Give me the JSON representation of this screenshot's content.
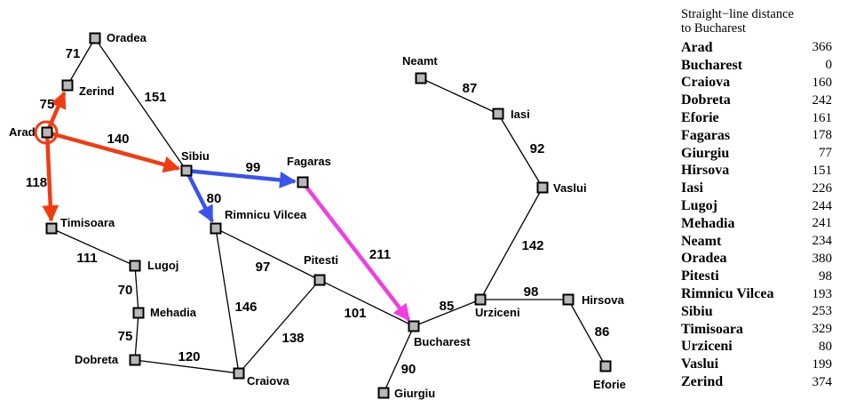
{
  "cities": [
    {
      "name": "Oradea"
    },
    {
      "name": "Zerind"
    },
    {
      "name": "Arad"
    },
    {
      "name": "Timisoara"
    },
    {
      "name": "Lugoj"
    },
    {
      "name": "Mehadia"
    },
    {
      "name": "Dobreta"
    },
    {
      "name": "Craiova"
    },
    {
      "name": "Rimnicu Vilcea"
    },
    {
      "name": "Sibiu"
    },
    {
      "name": "Fagaras"
    },
    {
      "name": "Pitesti"
    },
    {
      "name": "Bucharest"
    },
    {
      "name": "Giurgiu"
    },
    {
      "name": "Urziceni"
    },
    {
      "name": "Hirsova"
    },
    {
      "name": "Eforie"
    },
    {
      "name": "Vaslui"
    },
    {
      "name": "Iasi"
    },
    {
      "name": "Neamt"
    }
  ],
  "edges": [
    {
      "from": "Oradea",
      "to": "Zerind",
      "distance": "71"
    },
    {
      "from": "Arad",
      "to": "Zerind",
      "distance": "75",
      "highlight": "red"
    },
    {
      "from": "Oradea",
      "to": "Sibiu",
      "distance": "151"
    },
    {
      "from": "Arad",
      "to": "Sibiu",
      "distance": "140",
      "highlight": "red"
    },
    {
      "from": "Arad",
      "to": "Timisoara",
      "distance": "118",
      "highlight": "red"
    },
    {
      "from": "Timisoara",
      "to": "Lugoj",
      "distance": "111"
    },
    {
      "from": "Lugoj",
      "to": "Mehadia",
      "distance": "70"
    },
    {
      "from": "Mehadia",
      "to": "Dobreta",
      "distance": "75"
    },
    {
      "from": "Dobreta",
      "to": "Craiova",
      "distance": "120"
    },
    {
      "from": "Sibiu",
      "to": "Fagaras",
      "distance": "99",
      "highlight": "blue"
    },
    {
      "from": "Sibiu",
      "to": "Rimnicu Vilcea",
      "distance": "80",
      "highlight": "blue"
    },
    {
      "from": "Rimnicu Vilcea",
      "to": "Pitesti",
      "distance": "97"
    },
    {
      "from": "Rimnicu Vilcea",
      "to": "Craiova",
      "distance": "146"
    },
    {
      "from": "Craiova",
      "to": "Pitesti",
      "distance": "138"
    },
    {
      "from": "Fagaras",
      "to": "Bucharest",
      "distance": "211",
      "highlight": "magenta"
    },
    {
      "from": "Pitesti",
      "to": "Bucharest",
      "distance": "101"
    },
    {
      "from": "Bucharest",
      "to": "Giurgiu",
      "distance": "90"
    },
    {
      "from": "Bucharest",
      "to": "Urziceni",
      "distance": "85"
    },
    {
      "from": "Urziceni",
      "to": "Hirsova",
      "distance": "98"
    },
    {
      "from": "Hirsova",
      "to": "Eforie",
      "distance": "86"
    },
    {
      "from": "Urziceni",
      "to": "Vaslui",
      "distance": "142"
    },
    {
      "from": "Vaslui",
      "to": "Iasi",
      "distance": "92"
    },
    {
      "from": "Iasi",
      "to": "Neamt",
      "distance": "87"
    }
  ],
  "start_city": "Arad",
  "colors": {
    "red": "#f23c10",
    "blue": "#3a52f0",
    "magenta": "#f23ee0",
    "node_fill": "#b8b8b8"
  },
  "straight_line": {
    "title_line1": "Straight−line distance",
    "title_line2": "to Bucharest",
    "rows": [
      {
        "city": "Arad",
        "distance": "366"
      },
      {
        "city": "Bucharest",
        "distance": "0"
      },
      {
        "city": "Craiova",
        "distance": "160"
      },
      {
        "city": "Dobreta",
        "distance": "242"
      },
      {
        "city": "Eforie",
        "distance": "161"
      },
      {
        "city": "Fagaras",
        "distance": "178"
      },
      {
        "city": "Giurgiu",
        "distance": "77"
      },
      {
        "city": "Hirsova",
        "distance": "151"
      },
      {
        "city": "Iasi",
        "distance": "226"
      },
      {
        "city": "Lugoj",
        "distance": "244"
      },
      {
        "city": "Mehadia",
        "distance": "241"
      },
      {
        "city": "Neamt",
        "distance": "234"
      },
      {
        "city": "Oradea",
        "distance": "380"
      },
      {
        "city": "Pitesti",
        "distance": "98"
      },
      {
        "city": "Rimnicu Vilcea",
        "distance": "193"
      },
      {
        "city": "Sibiu",
        "distance": "253"
      },
      {
        "city": "Timisoara",
        "distance": "329"
      },
      {
        "city": "Urziceni",
        "distance": "80"
      },
      {
        "city": "Vaslui",
        "distance": "199"
      },
      {
        "city": "Zerind",
        "distance": "374"
      }
    ]
  }
}
